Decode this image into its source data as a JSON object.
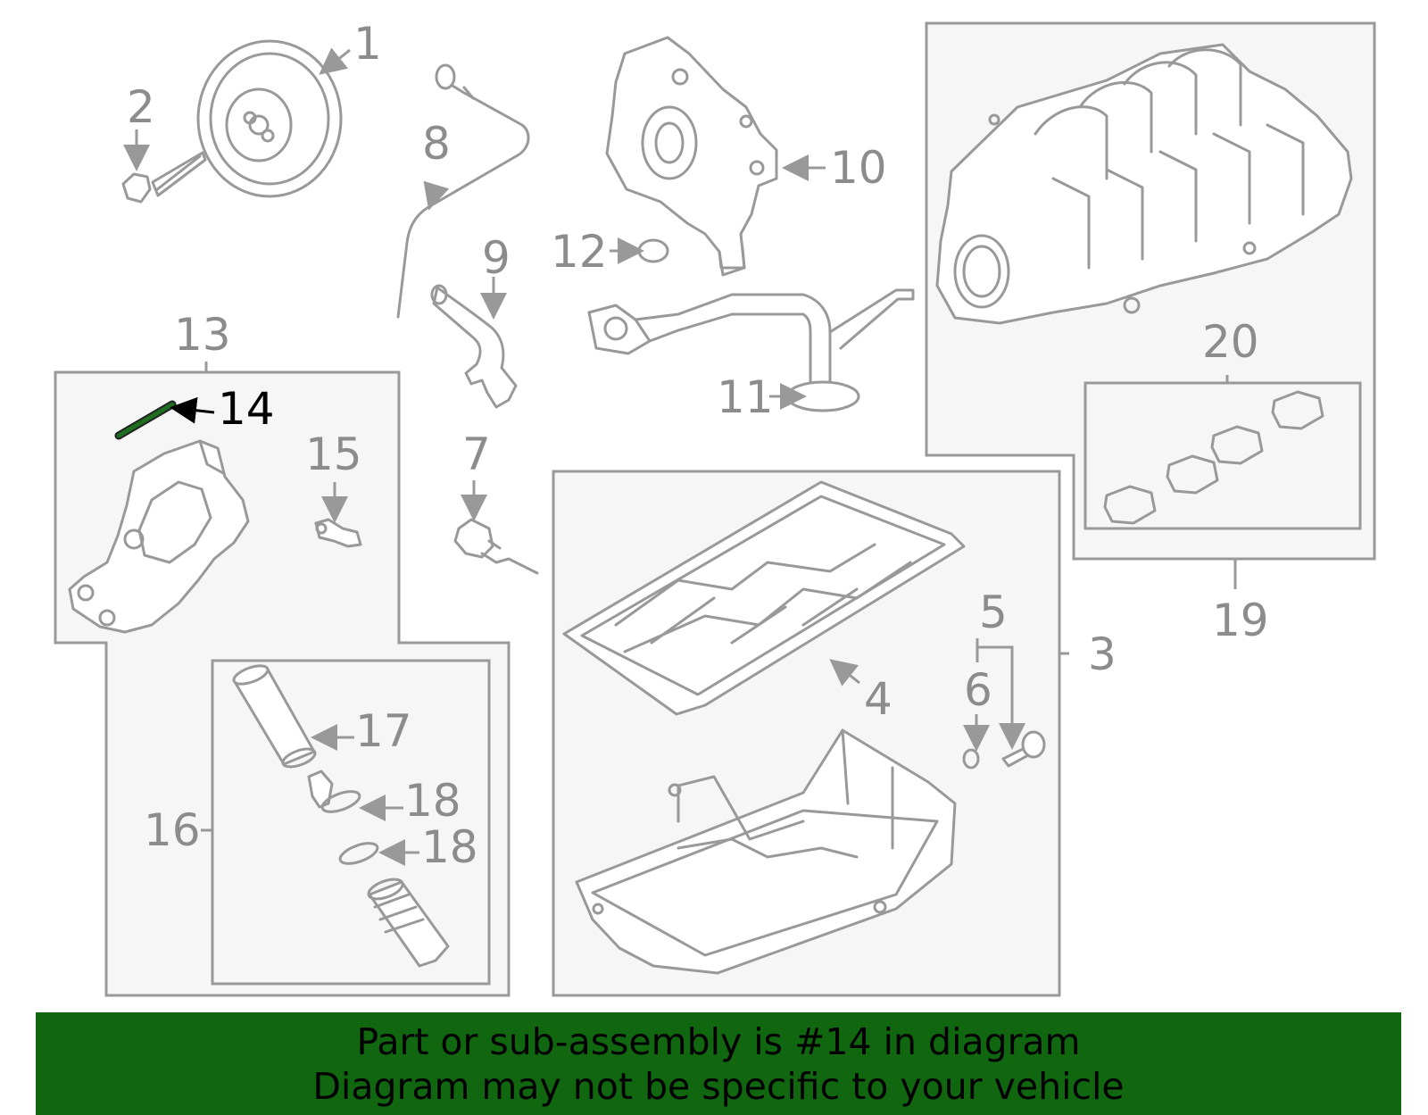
{
  "diagram": {
    "selected_part": "14",
    "highlight_color": "#1f6e1f",
    "labels": {
      "l1": "1",
      "l2": "2",
      "l3": "3",
      "l4": "4",
      "l5": "5",
      "l6": "6",
      "l7": "7",
      "l8": "8",
      "l9": "9",
      "l10": "10",
      "l11": "11",
      "l12": "12",
      "l13": "13",
      "l14": "14",
      "l15": "15",
      "l16": "16",
      "l17": "17",
      "l18a": "18",
      "l18b": "18",
      "l19": "19",
      "l20": "20"
    }
  },
  "banner": {
    "line1": "Part or sub-assembly is #14 in diagram",
    "line2": "Diagram may not be specific to your vehicle",
    "background_color": "#106710"
  }
}
